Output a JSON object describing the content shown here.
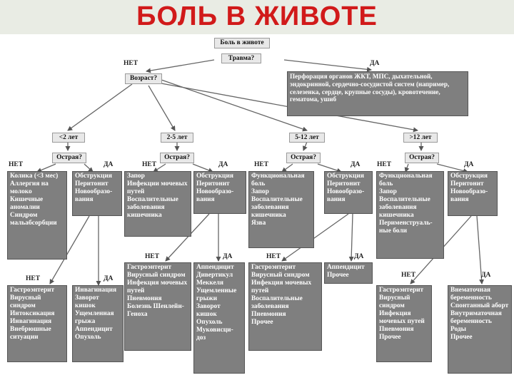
{
  "title": "БОЛЬ В ЖИВОТЕ",
  "question_abdomen": "Боль в животе",
  "question_trauma": "Травма?",
  "no": "НЕТ",
  "yes": "ДА",
  "question_age": "Возраст?",
  "trauma_box": "Перфорация органов ЖКТ, МПС, дыхательной, эндокринной, сердечно-сосудистой систем (например, селезенка, сердце, крупные сосуды), кровотечение, гематома, ушиб",
  "age_lt2": "<2 лет",
  "age_2_5": "2-5 лет",
  "age_5_12": "5-12 лет",
  "age_gt12": ">12 лет",
  "question_acute": "Острая?",
  "lt2_no": "Колика (<3 мес)\nАллергия на молоко\nКишечные аномалии\nСиндром мальабсорбции",
  "lt2_yes": "Обструкция\nПеритонит\nНовообразо-вания",
  "a25_no": "Запор\nИнфекции мочевых путей\nВоспалительные заболевания кишечника",
  "a25_yes": "Обструкция\nПеритонит\nНовообразо-вания",
  "a512_no": "Функциональная боль\nЗапор\nВоспалительные заболевания кишечника\nЯзва",
  "a512_yes": "Обструкция\nПеритонит\nНовообразо-вания",
  "a12_no": "Функциональная боль\nЗапор\nВоспалительные заболевания кишечника\nПерименструаль-ные боли",
  "a12_yes": "Обструкция\nПеритонит\nНовообразо-вания",
  "lt2_acute_no": "Гастроэнтерит\nВирусный синдром\nИнтоксикация\nИнвагинация\nВнебрюшные ситуации",
  "lt2_acute_yes": "Инвагинация\nЗаворот кишок\nУщемленная грыжа\nАппендицит\nОпухоль",
  "a25_acute_no": "Гастроэнтерит\nВирусный синдром\nИнфекция мочевых путей\nПневмония\nБолезнь Шенлейн-Геноха",
  "a25_acute_yes": "Аппендицит\nДивертикул Меккеля\nУщемленные грыжи\nЗаворот кишок\nОпухоль\nМуковисци-доз",
  "a512_acute_no": "Гастроэнтерит\nВирусный синдром\nИнфекция мочевых путей\nВоспалительные заболевания\nПневмония\nПрочее",
  "a512_acute_yes": "Аппендицит\nПрочее",
  "a12_acute_no": "Гастроэнтерит\nВирусный синдром\nИнфекция мочевых путей\nПневмония\nПрочее",
  "a12_acute_yes": "Внематочная беременность\nСпонтанный аборт\nВнутриматочная беременность\nРоды\nПрочее"
}
